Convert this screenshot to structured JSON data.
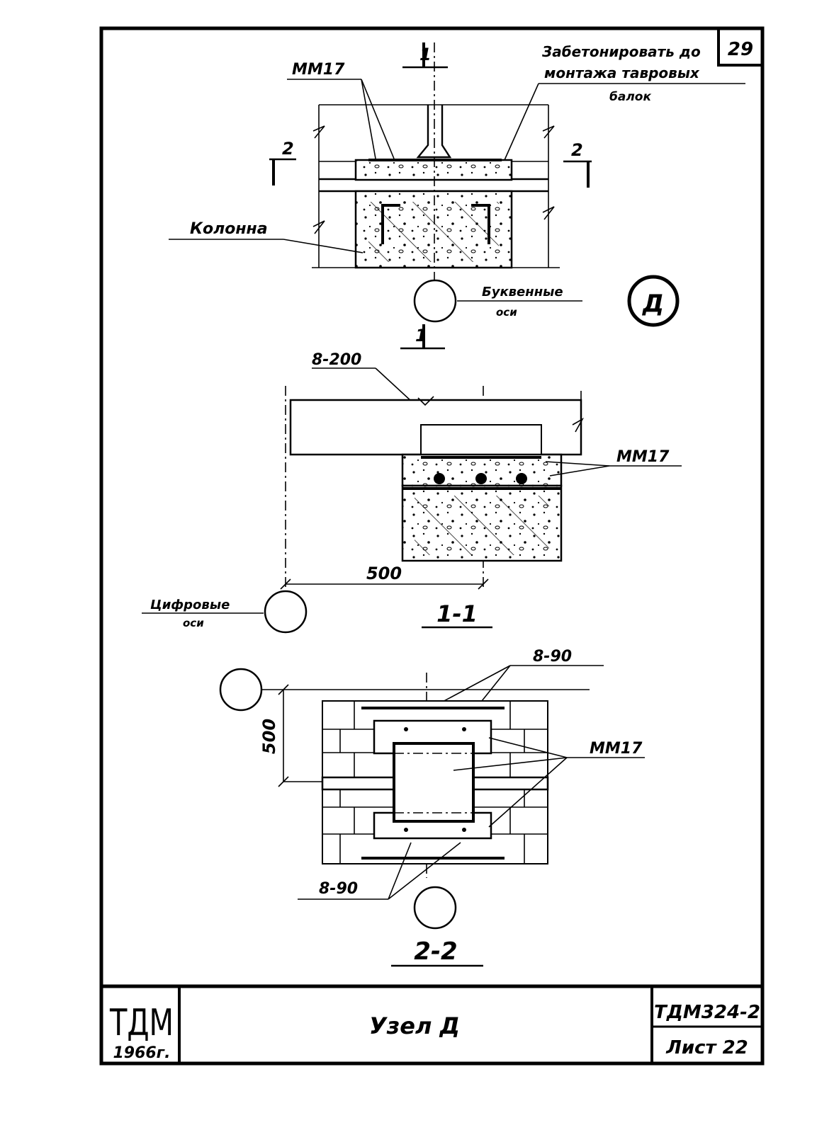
{
  "sheet": {
    "number": "29",
    "note_line1": "Забетонировать до",
    "note_line2": "монтажа тавровых",
    "note_line3": "балок",
    "node_marker": "Д"
  },
  "top_view": {
    "section_mark_top": "1",
    "section_mark_bottom": "1",
    "section_mark_left": "2",
    "section_mark_right": "2",
    "label_mm17": "ММ17",
    "label_column": "Колонна",
    "letter_axes_line1": "Буквенные",
    "letter_axes_line2": "оси"
  },
  "section_1_1": {
    "label_weld": "8-200",
    "label_mm17": "ММ17",
    "dimension": "500",
    "digit_axes_line1": "Цифровые",
    "digit_axes_line2": "оси",
    "title": "1-1"
  },
  "section_2_2": {
    "label_weld_top": "8-90",
    "label_weld_bottom": "8-90",
    "label_mm17": "ММ17",
    "dimension": "500",
    "title": "2-2"
  },
  "title_block": {
    "logo": "ТДМ",
    "year": "1966г.",
    "drawing_title": "Узел Д",
    "code": "ТДМ324-2",
    "sheet": "Лист 22"
  }
}
